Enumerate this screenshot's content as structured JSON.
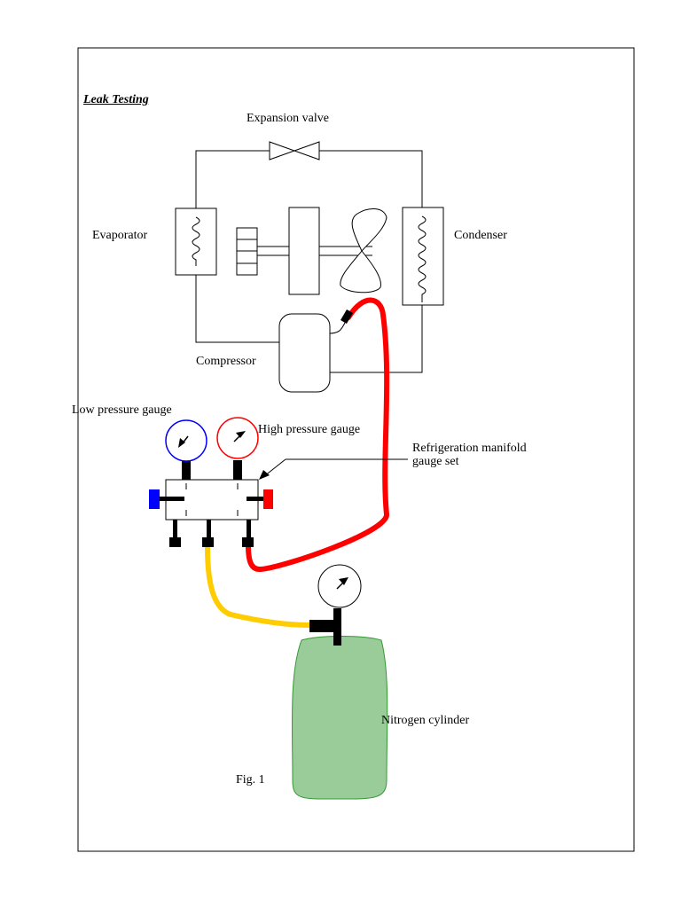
{
  "title": "Leak Testing",
  "labels": {
    "expansion_valve": "Expansion valve",
    "evaporator": "Evaporator",
    "condenser": "Condenser",
    "compressor": "Compressor",
    "low_pressure_gauge": "Low pressure gauge",
    "high_pressure_gauge": "High pressure gauge",
    "manifold": "Refrigeration manifold gauge set",
    "nitrogen_cylinder": "Nitrogen cylinder",
    "figure": "Fig. 1"
  },
  "colors": {
    "line": "#000000",
    "high_side_hose": "#ff0000",
    "low_side_hose": "#ffcc00",
    "low_gauge": "#0000ff",
    "high_gauge": "#ff0000",
    "cylinder_fill": "#99cc99",
    "cylinder_stroke": "#339933"
  }
}
